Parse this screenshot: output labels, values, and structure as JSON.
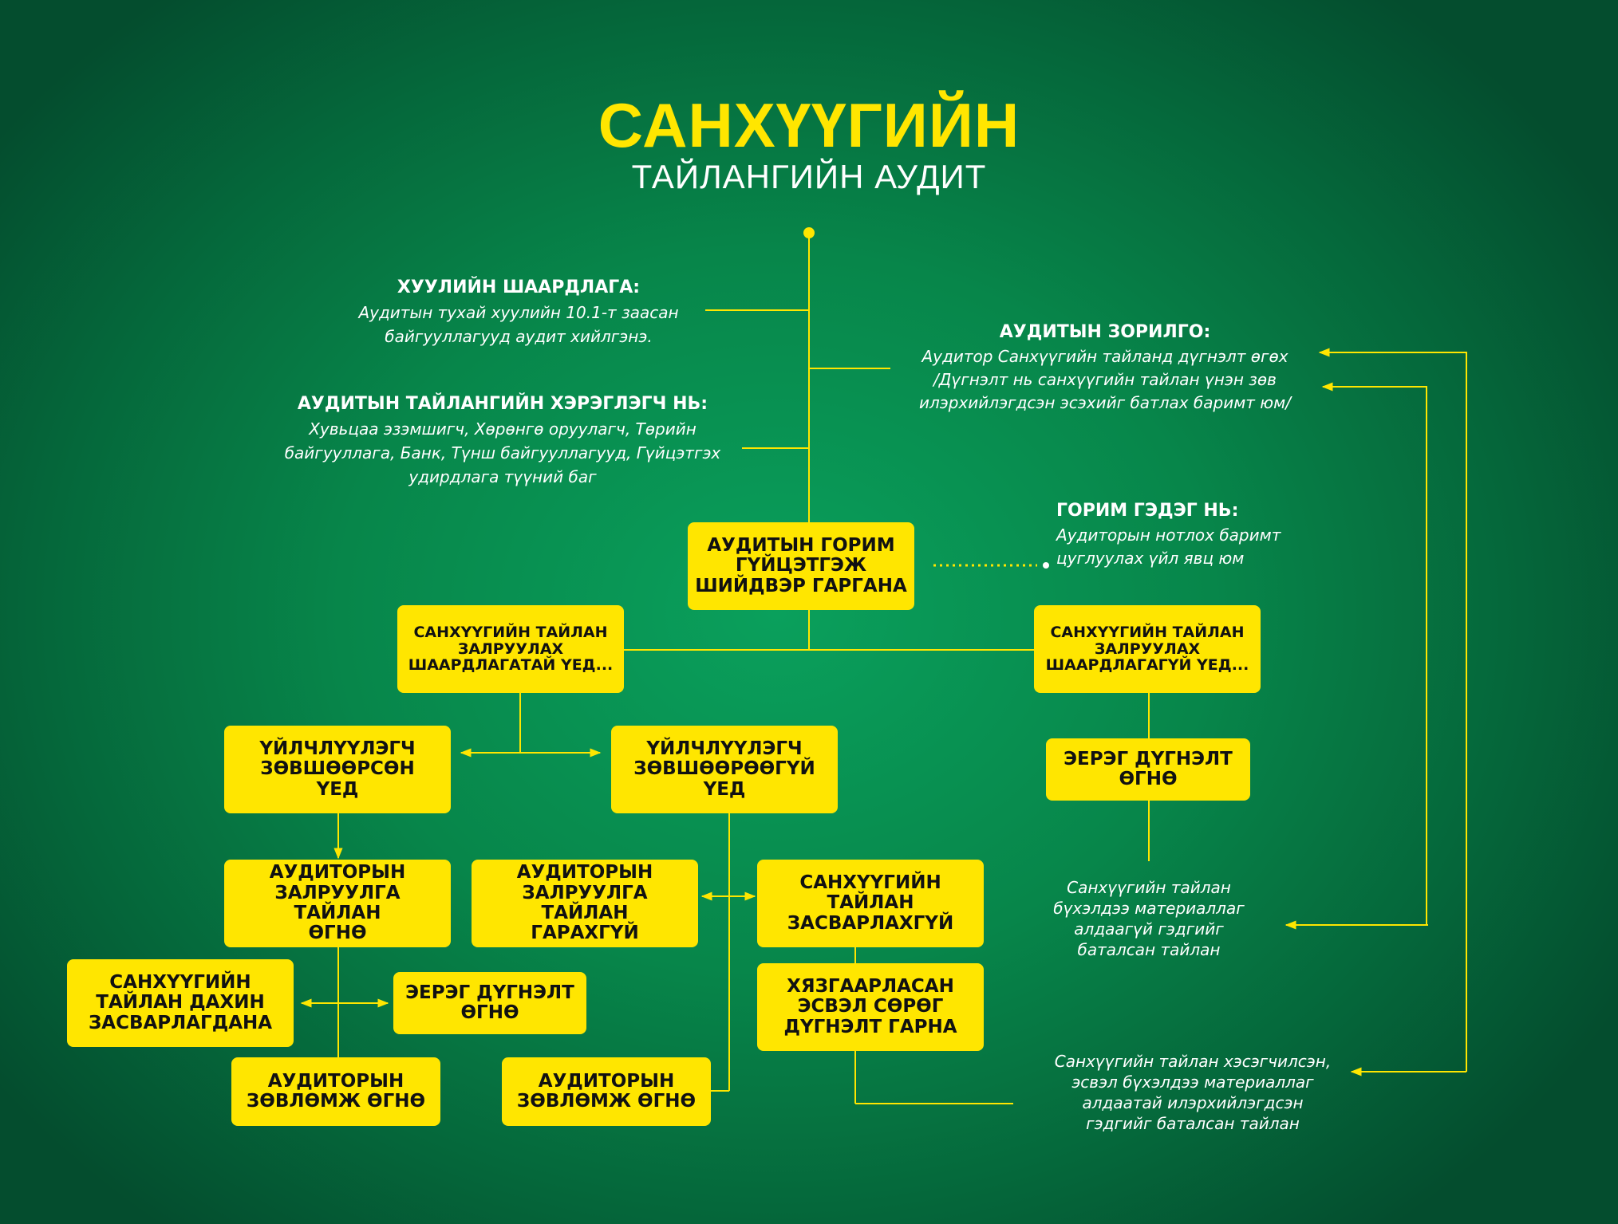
{
  "title": {
    "main": "САНХҮҮГИЙН",
    "sub": "ТАЙЛАНГИЙН АУДИТ"
  },
  "notes": {
    "legal": {
      "heading": "ХУУЛИЙН ШААРДЛАГА:",
      "body": "Аудитын тухай хуулийн 10.1-т заасан\nбайгууллагууд аудит хийлгэнэ."
    },
    "users": {
      "heading": "АУДИТЫН ТАЙЛАНГИЙН ХЭРЭГЛЭГЧ НЬ:",
      "body": "Хувьцаа эзэмшигч, Хөрөнгө оруулагч, Төрийн\nбайгууллага, Банк, Түнш байгууллагууд, Гүйцэтгэх\nудирдлага түүний баг"
    },
    "goal": {
      "heading": "АУДИТЫН ЗОРИЛГО:",
      "body": "Аудитор Санхүүгийн тайланд дүгнэлт өгөх\n/Дүгнэлт нь санхүүгийн тайлан үнэн зөв\nилэрхийлэгдсэн эсэхийг батлах баримт юм/"
    },
    "procedure": {
      "heading": "ГОРИМ ГЭДЭГ НЬ:",
      "body": "Аудиторын нотлох баримт\nцуглуулах үйл явц юм"
    },
    "clean_report": {
      "body": "Санхүүгийн тайлан\nбүхэлдээ материаллаг\nалдаагүй гэдгийг\nбаталсан тайлан"
    },
    "modified_report": {
      "body": "Санхүүгийн тайлан хэсэгчилсэн,\nэсвэл бүхэлдээ материаллаг\nалдаатай илэрхийлэгдсэн\nгэдгийг баталсан тайлан"
    }
  },
  "boxes": {
    "decision": "АУДИТЫН ГОРИМ\nГҮЙЦЭТГЭЖ\nШИЙДВЭР ГАРГАНА",
    "needs_correction": "САНХҮҮГИЙН ТАЙЛАН\nЗАЛРУУЛАХ\nШААРДЛАГАТАЙ ҮЕД...",
    "no_correction": "САНХҮҮГИЙН ТАЙЛАН\nЗАЛРУУЛАХ\nШААРДЛАГАГҮЙ ҮЕД...",
    "client_agrees": "ҮЙЛЧЛҮҮЛЭГЧ\nЗӨВШӨӨРСӨН\nҮЕД",
    "client_disagrees": "ҮЙЛЧЛҮҮЛЭГЧ\nЗӨВШӨӨРӨӨГҮЙ\nҮЕД",
    "positive_opinion_right": "ЭЕРЭГ ДҮГНЭЛТ\nӨГНӨ",
    "correction_report_given": "АУДИТОРЫН\nЗАЛРУУЛГА ТАЙЛАН\nӨГНӨ",
    "correction_report_not_issued": "АУДИТОРЫН\nЗАЛРУУЛГА ТАЙЛАН\nГАРАХГҮЙ",
    "fs_not_corrected": "САНХҮҮГИЙН\nТАЙЛАН\nЗАСВАРЛАХГҮЙ",
    "fs_recorrected": "САНХҮҮГИЙН\nТАЙЛАН ДАХИН\nЗАСВАРЛАГДАНА",
    "positive_opinion_left": "ЭЕРЭГ ДҮГНЭЛТ\nӨГНӨ",
    "qualified_adverse": "ХЯЗГААРЛАСАН\nЭСВЭЛ СӨРӨГ\nДҮГНЭЛТ ГАРНА",
    "recommendation_left": "АУДИТОРЫН\nЗӨВЛӨМЖ ӨГНӨ",
    "recommendation_mid": "АУДИТОРЫН\nЗӨВЛӨМЖ ӨГНӨ"
  },
  "colors": {
    "accent": "#ffe600",
    "background": "#07864a",
    "text": "#ffffff"
  }
}
